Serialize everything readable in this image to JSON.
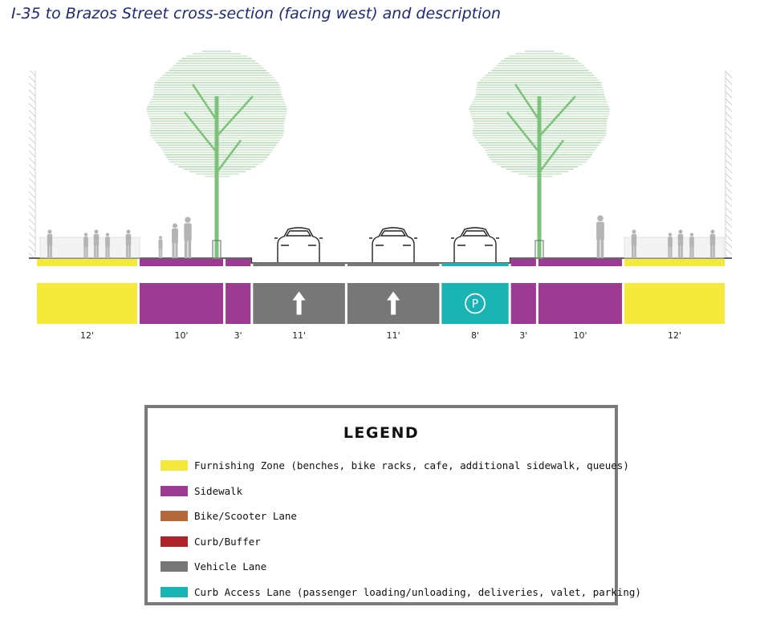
{
  "title": "I-35 to Brazos Street cross-section (facing west) and description",
  "colors": {
    "furnishing": "#f5e93b",
    "sidewalk": "#9d3a92",
    "bike": "#b5693a",
    "curb": "#b0232a",
    "vehicle": "#777777",
    "access": "#1ab3b3",
    "tree": "#7cc27a",
    "figure": "#b4b4b4",
    "title": "#1f2a7a"
  },
  "segments": [
    {
      "type": "furnishing",
      "width_ft": 12,
      "label": "12'"
    },
    {
      "type": "sidewalk",
      "width_ft": 10,
      "label": "10'"
    },
    {
      "type": "sidewalk",
      "width_ft": 3,
      "label": "3'"
    },
    {
      "type": "vehicle",
      "width_ft": 11,
      "label": "11'",
      "icon": "up-arrow-icon"
    },
    {
      "type": "vehicle",
      "width_ft": 11,
      "label": "11'",
      "icon": "up-arrow-icon"
    },
    {
      "type": "access",
      "width_ft": 8,
      "label": "8'",
      "icon": "parking-icon"
    },
    {
      "type": "sidewalk",
      "width_ft": 3,
      "label": "3'"
    },
    {
      "type": "sidewalk",
      "width_ft": 10,
      "label": "10'"
    },
    {
      "type": "furnishing",
      "width_ft": 12,
      "label": "12'"
    }
  ],
  "legend": {
    "title": "LEGEND",
    "items": [
      {
        "type": "furnishing",
        "label": "Furnishing Zone (benches, bike racks, cafe, additional sidewalk, queues)"
      },
      {
        "type": "sidewalk",
        "label": "Sidewalk"
      },
      {
        "type": "bike",
        "label": "Bike/Scooter Lane"
      },
      {
        "type": "curb",
        "label": "Curb/Buffer"
      },
      {
        "type": "vehicle",
        "label": "Vehicle Lane"
      },
      {
        "type": "access",
        "label": "Curb Access Lane (passenger loading/unloading, deliveries, valet, parking)"
      }
    ]
  }
}
